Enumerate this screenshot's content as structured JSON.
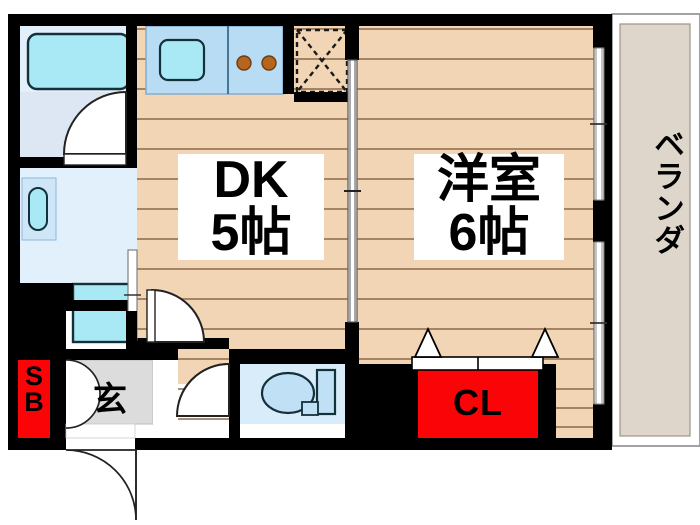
{
  "document": {
    "type": "floor-plan",
    "unit_layout": "1DK",
    "background": "#ffffff"
  },
  "colors": {
    "wall": "#000000",
    "floor_wood": "#f2d5b4",
    "floor_wood_line": "#8a6a4a",
    "water_area": "#e2f0fb",
    "bath_fixture": "#a9e9f5",
    "kitchen_counter": "#b9dcf5",
    "accent_red": "#fb0407",
    "genkan_floor": "#dcdcdc",
    "veranda_floor": "#ded6cb",
    "outline": "#333333",
    "burner": "#b5651d"
  },
  "rooms": {
    "dk": {
      "line1": "DK",
      "line2": "5帖",
      "name": "dining-kitchen"
    },
    "bedroom": {
      "line1": "洋室",
      "line2": "6帖",
      "name": "western-room"
    },
    "veranda": {
      "label": "ベランダ",
      "name": "balcony"
    },
    "genkan": {
      "label": "玄",
      "name": "entrance"
    }
  },
  "tags": {
    "closet": "CL",
    "shoebox_line1": "S",
    "shoebox_line2": "B"
  },
  "fixtures": [
    {
      "name": "bathtub",
      "room": "bathroom"
    },
    {
      "name": "kitchen-sink",
      "room": "kitchen"
    },
    {
      "name": "gas-burner-left",
      "room": "kitchen"
    },
    {
      "name": "gas-burner-right",
      "room": "kitchen"
    },
    {
      "name": "overhead-storage",
      "room": "kitchen"
    },
    {
      "name": "wash-basin",
      "room": "washroom"
    },
    {
      "name": "washing-machine-space",
      "room": "washroom"
    },
    {
      "name": "toilet-bowl",
      "room": "toilet"
    },
    {
      "name": "toilet-tank",
      "room": "toilet"
    },
    {
      "name": "closet",
      "room": "bedroom"
    },
    {
      "name": "shoe-box",
      "room": "entrance"
    }
  ],
  "openings": [
    {
      "name": "entrance-door",
      "type": "hinged-swing"
    },
    {
      "name": "bathroom-door",
      "type": "hinged-swing"
    },
    {
      "name": "dk-hall-door",
      "type": "hinged-swing"
    },
    {
      "name": "toilet-door",
      "type": "hinged-swing"
    },
    {
      "name": "dk-bedroom-sliding-door",
      "type": "sliding"
    },
    {
      "name": "veranda-sliding-door-upper",
      "type": "sliding-glass"
    },
    {
      "name": "veranda-sliding-door-lower",
      "type": "sliding-glass"
    },
    {
      "name": "closet-folding-door",
      "type": "folding"
    }
  ]
}
